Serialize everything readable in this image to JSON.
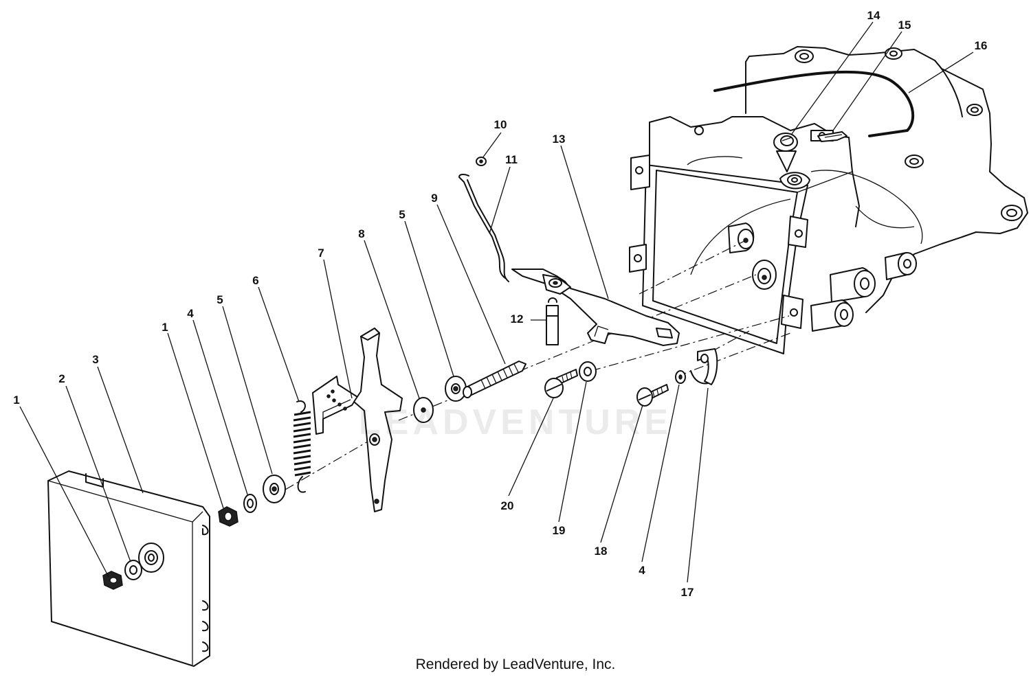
{
  "watermark_text": "LEADVENTURE",
  "footer_text": "Rendered by LeadVenture, Inc.",
  "callouts": {
    "c1a": "1",
    "c2": "2",
    "c3": "3",
    "c1b": "1",
    "c4a": "4",
    "c5a": "5",
    "c6": "6",
    "c7": "7",
    "c8": "8",
    "c5b": "5",
    "c9": "9",
    "c10": "10",
    "c11": "11",
    "c12": "12",
    "c13": "13",
    "c14": "14",
    "c15": "15",
    "c16": "16",
    "c17": "17",
    "c4b": "4",
    "c18": "18",
    "c19": "19",
    "c20": "20"
  }
}
